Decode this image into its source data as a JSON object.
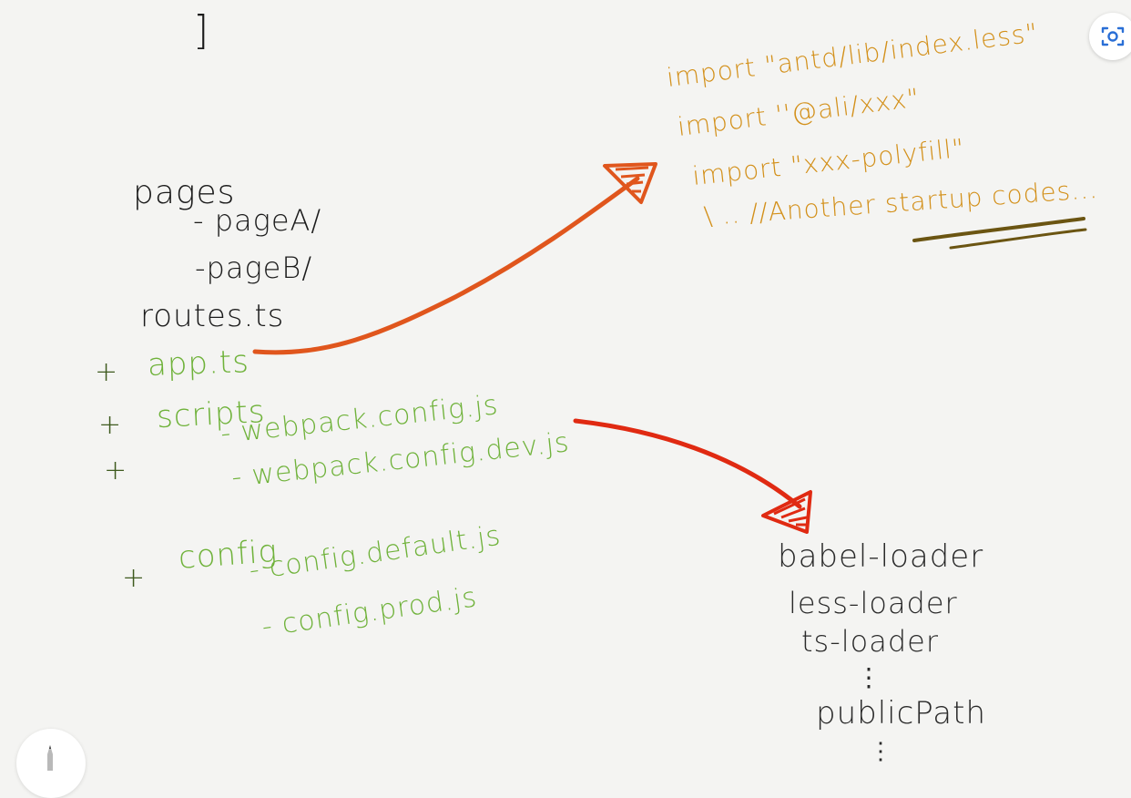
{
  "sketch": {
    "bracket": "]",
    "tree_black": [
      "pages",
      "- pageA/",
      "-pageB/",
      "routes.ts"
    ],
    "plus_marks": [
      "+",
      "+",
      "+",
      "+"
    ],
    "tree_green": [
      "app.ts",
      "scripts",
      "- webpack.config.js",
      "- webpack.config.dev.js",
      "config",
      "- config.default.js",
      "- config.prod.js"
    ],
    "imports": [
      "import \"antd/lib/index.less\"",
      "import ''@ali/xxx\"",
      "import \"xxx-polyfill\"",
      "\\ .. //Another startup codes..."
    ],
    "loaders": [
      "babel-loader",
      "less-loader",
      "ts-loader",
      "⋮",
      "publicPath",
      "⋮"
    ]
  },
  "colors": {
    "ink_black": "#1b1b1b",
    "ink_green": "#6fb23a",
    "ink_dark_green": "#3e5a1e",
    "ink_orange": "#d3901a",
    "arrow_upper": "#e0561d",
    "arrow_lower": "#e02a12",
    "underline": "#6b5512"
  },
  "icons": {
    "screenshot_tool": "scan-camera-icon",
    "pen_tool": "pen-icon"
  }
}
